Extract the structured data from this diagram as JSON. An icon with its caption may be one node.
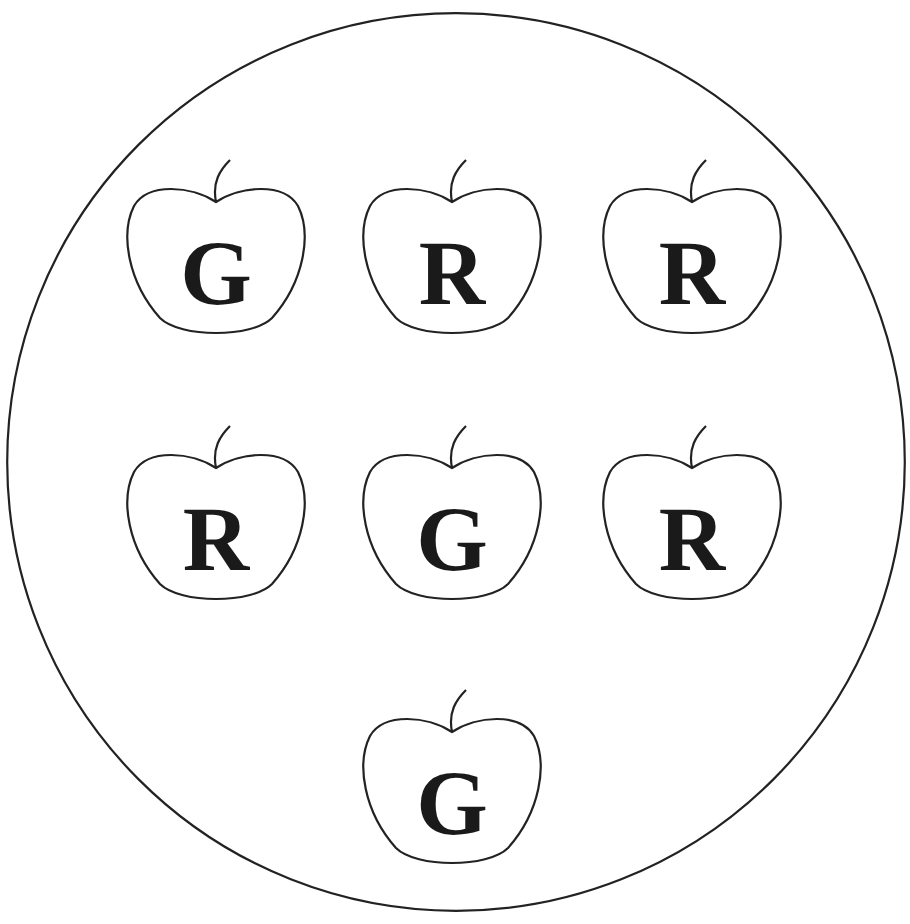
{
  "diagram": {
    "nodes": [
      {
        "text": [],
        "shape": "circle"
      },
      {
        "text": [
          "G"
        ],
        "in": 0
      },
      {
        "text": [
          "R"
        ],
        "in": 0
      },
      {
        "text": [
          "R"
        ],
        "in": 0
      },
      {
        "text": [
          "R"
        ],
        "in": 0
      },
      {
        "text": [
          "G"
        ],
        "in": 0
      },
      {
        "text": [
          "R"
        ],
        "in": 0
      },
      {
        "text": [
          "G"
        ],
        "in": 0
      }
    ]
  }
}
